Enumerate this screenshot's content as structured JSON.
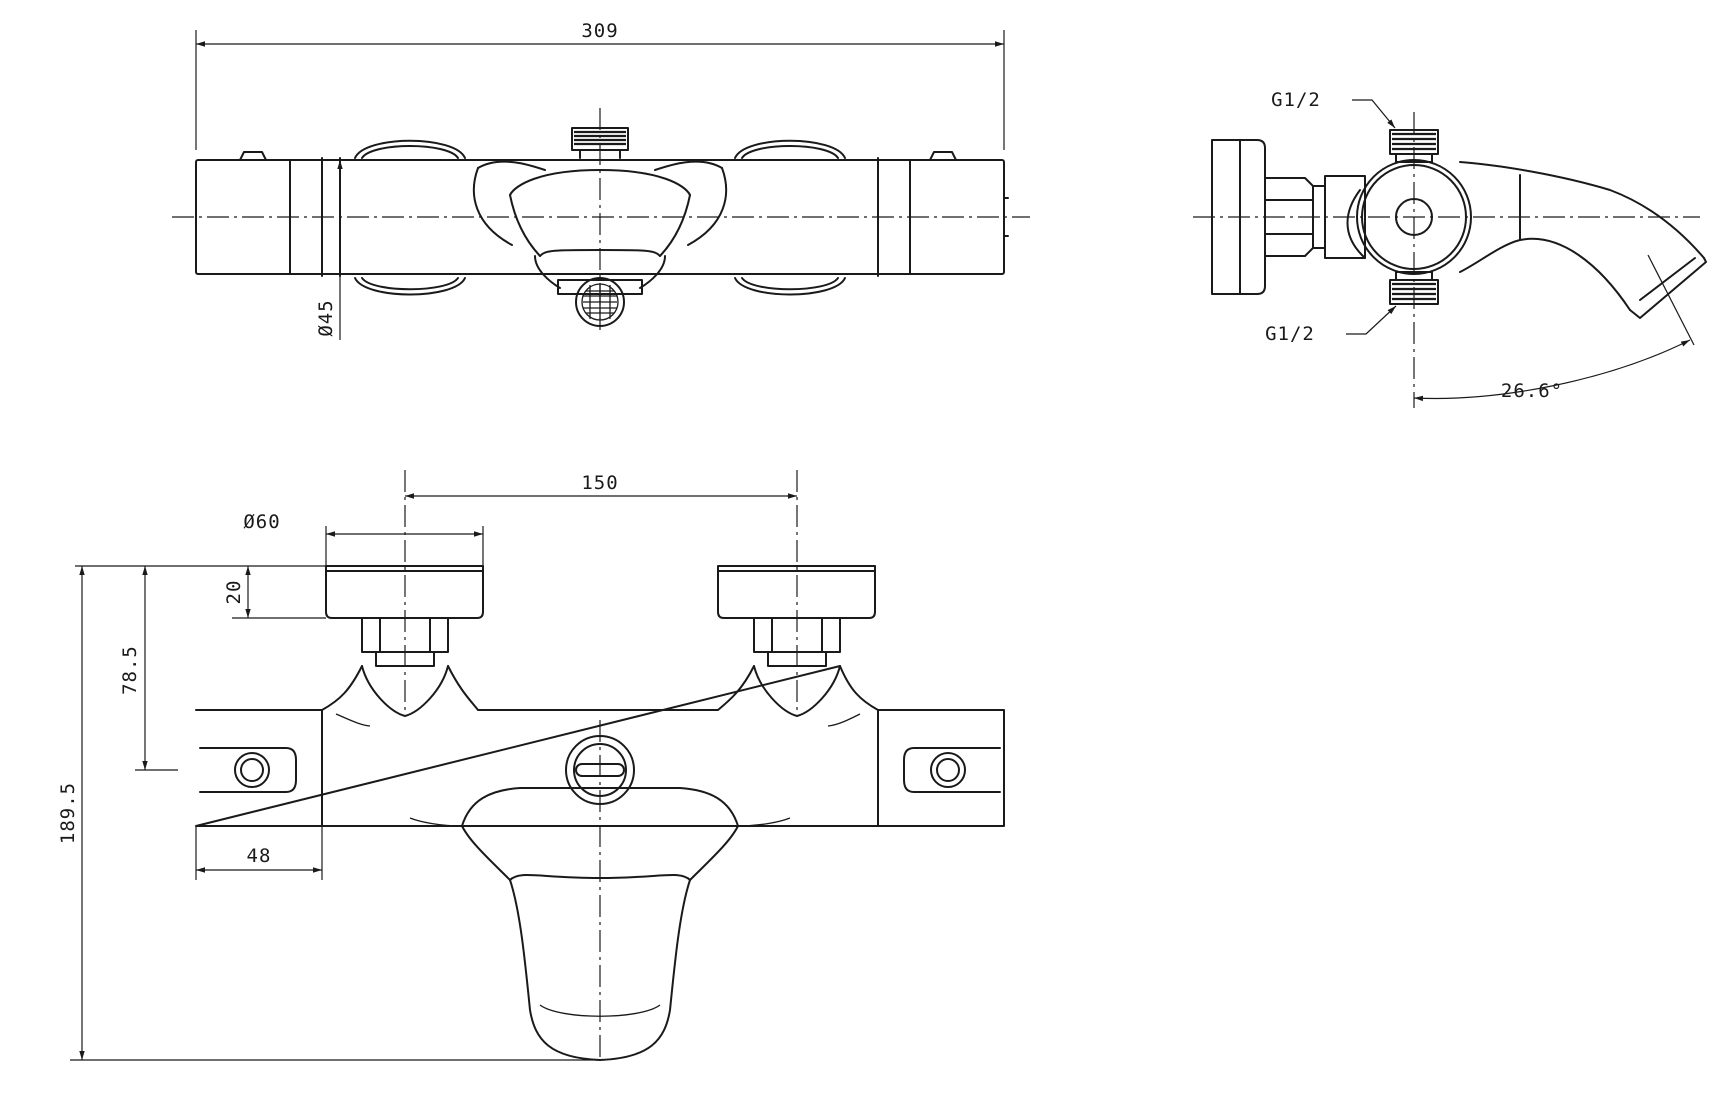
{
  "dimensions": {
    "overall_width": "309",
    "body_diameter": "Ø45",
    "inlet_thread_top": "G1/2",
    "inlet_thread_bottom": "G1/2",
    "spout_angle": "26.6°",
    "inlet_spacing": "150",
    "handle_diameter": "Ø60",
    "handle_height": "20",
    "handle_to_axis": "78.5",
    "overall_height": "189.5",
    "end_cap_width": "48"
  }
}
